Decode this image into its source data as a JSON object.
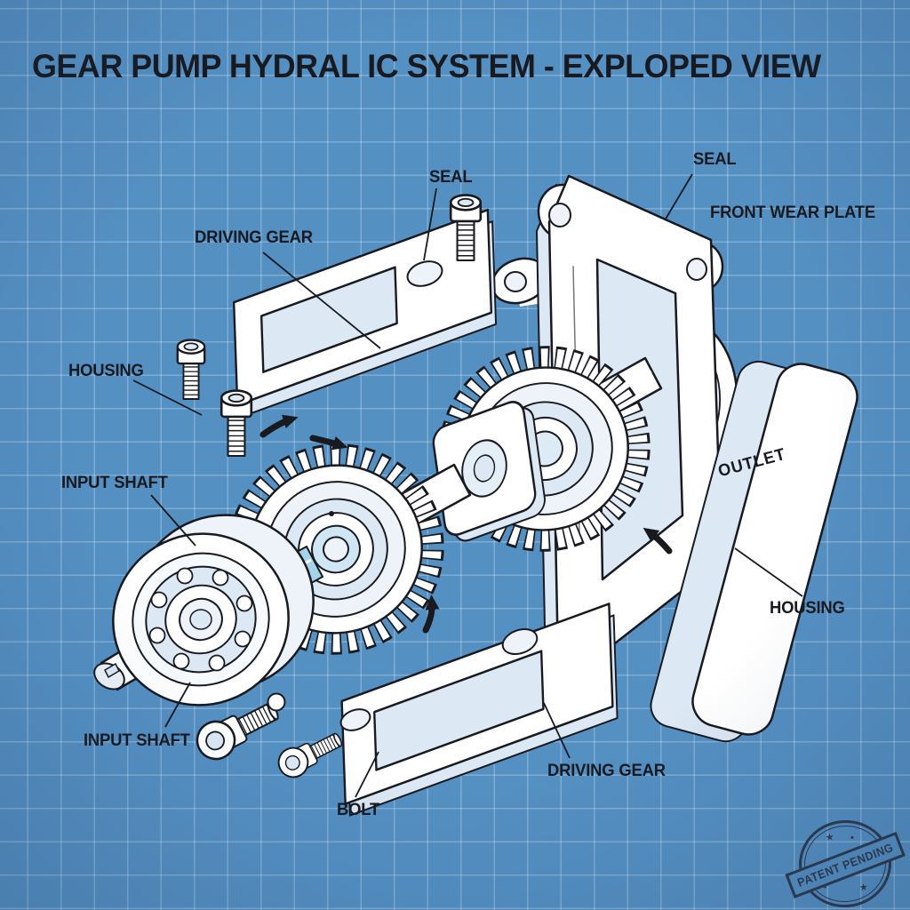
{
  "title": "GEAR PUMP HYDRAL IC SYSTEM - EXPLOPED VIEW",
  "labels": {
    "driving_gear_top": "DRIVING GEAR",
    "seal_top": "SEAL",
    "seal_right": "SEAL",
    "front_wear_plate": "FRONT WEAR PLATE",
    "housing_left": "HOUSING",
    "input_shaft_left": "INPUT SHAFT",
    "outlet": "OUTLET",
    "housing_right": "HOUSING",
    "input_shaft_bottom": "INPUT SHAFT",
    "bolt": "BOLT",
    "driving_gear_bottom": "DRIVING GEAR"
  },
  "stamp": {
    "text": "PATENT PENDING",
    "star_icon": "★",
    "dot_icon": "•"
  },
  "colors": {
    "background": "#5590c3",
    "ink": "#181a20",
    "part_fill": "#ffffff",
    "part_shade": "#dce8f4",
    "shaft_accent": "#a6d3ec",
    "stamp_color": "#2b3648"
  }
}
